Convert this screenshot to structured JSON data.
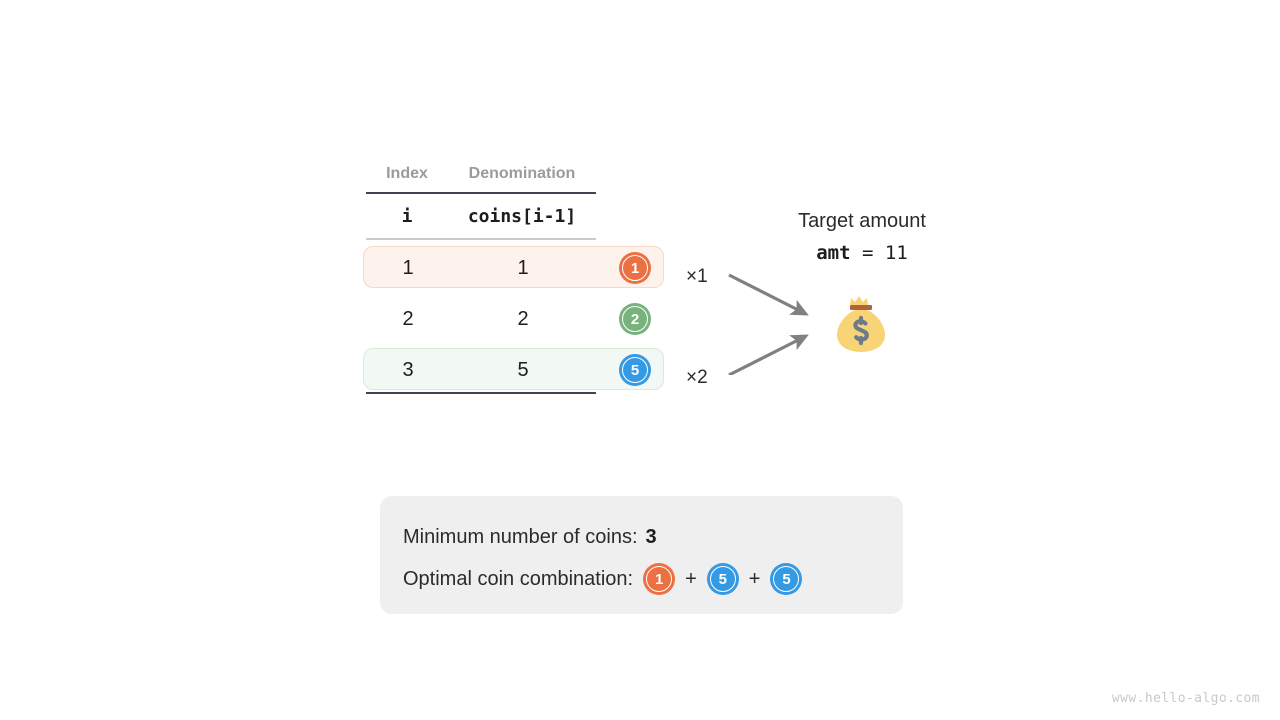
{
  "table": {
    "headers": {
      "index": "Index",
      "denomination": "Denomination"
    },
    "subheaders": {
      "index": "i",
      "denomination": "coins[i-1]"
    },
    "rows": [
      {
        "i": "1",
        "denomination": "1",
        "coin_label": "1",
        "coin_color": "#ec7041",
        "multiplier": "×1",
        "highlight": "orange"
      },
      {
        "i": "2",
        "denomination": "2",
        "coin_label": "2",
        "coin_color": "#78b37e",
        "multiplier": "",
        "highlight": "none"
      },
      {
        "i": "3",
        "denomination": "5",
        "coin_label": "5",
        "coin_color": "#349ae4",
        "multiplier": "×2",
        "highlight": "green"
      }
    ]
  },
  "target": {
    "label": "Target amount",
    "var_name": "amt",
    "equals": "=",
    "value": "11",
    "bag_icon": "money-bag-icon"
  },
  "result": {
    "min_coins_label": "Minimum number of coins:",
    "min_coins_value": "3",
    "combination_label": "Optimal coin combination:",
    "combination": [
      {
        "label": "1",
        "color": "#ec7041"
      },
      {
        "label": "5",
        "color": "#349ae4"
      },
      {
        "label": "5",
        "color": "#349ae4"
      }
    ],
    "plus": "+"
  },
  "watermark": "www.hello-algo.com",
  "colors": {
    "orange": "#ec7041",
    "green": "#78b37e",
    "blue": "#349ae4",
    "row_highlight_orange_bg": "#fdf2ec",
    "row_highlight_green_bg": "#f2f8f3",
    "result_box_bg": "#efefef",
    "arrow": "#808080",
    "header_text": "#9b9b9b"
  }
}
